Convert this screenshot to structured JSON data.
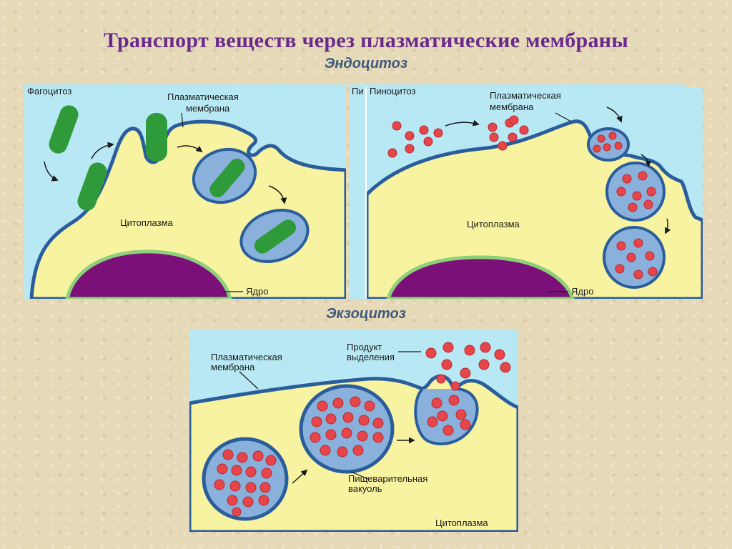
{
  "title": "Транспорт веществ через плазматические мембраны",
  "endocytosis": {
    "heading": "Эндоцитоз",
    "phagocytosis_panel": {
      "label": "Фагоцитоз",
      "membrane_label_1": "Плазматическая",
      "membrane_label_2": "мембрана",
      "cytoplasm_label": "Цитоплазма",
      "nucleus_label": "Ядро"
    },
    "pinocytosis_panel": {
      "label_cut": "Пи",
      "label": "Пиноцитоз",
      "membrane_label_1": "Плазматическая",
      "membrane_label_2": "мембрана",
      "cytoplasm_label": "Цитоплазма",
      "nucleus_label": "Ядро"
    }
  },
  "exocytosis": {
    "heading": "Экзоцитоз",
    "membrane_label_1": "Плазматическая",
    "membrane_label_2": "мембрана",
    "product_label_1": "Продукт",
    "product_label_2": "выделения",
    "vacuole_label_1": "Пищеварительная",
    "vacuole_label_2": "вакуоль",
    "cytoplasm_label": "Цитоплазма"
  },
  "colors": {
    "outside": "#b8e8f4",
    "cytoplasm": "#f8f3a0",
    "membrane": "#2a5d9c",
    "vesicle": "#8ab0dc",
    "bacterium": "#2e9a3a",
    "particle": "#e6454a",
    "nucleus": "#7b1079",
    "title": "#6a2a8c"
  }
}
